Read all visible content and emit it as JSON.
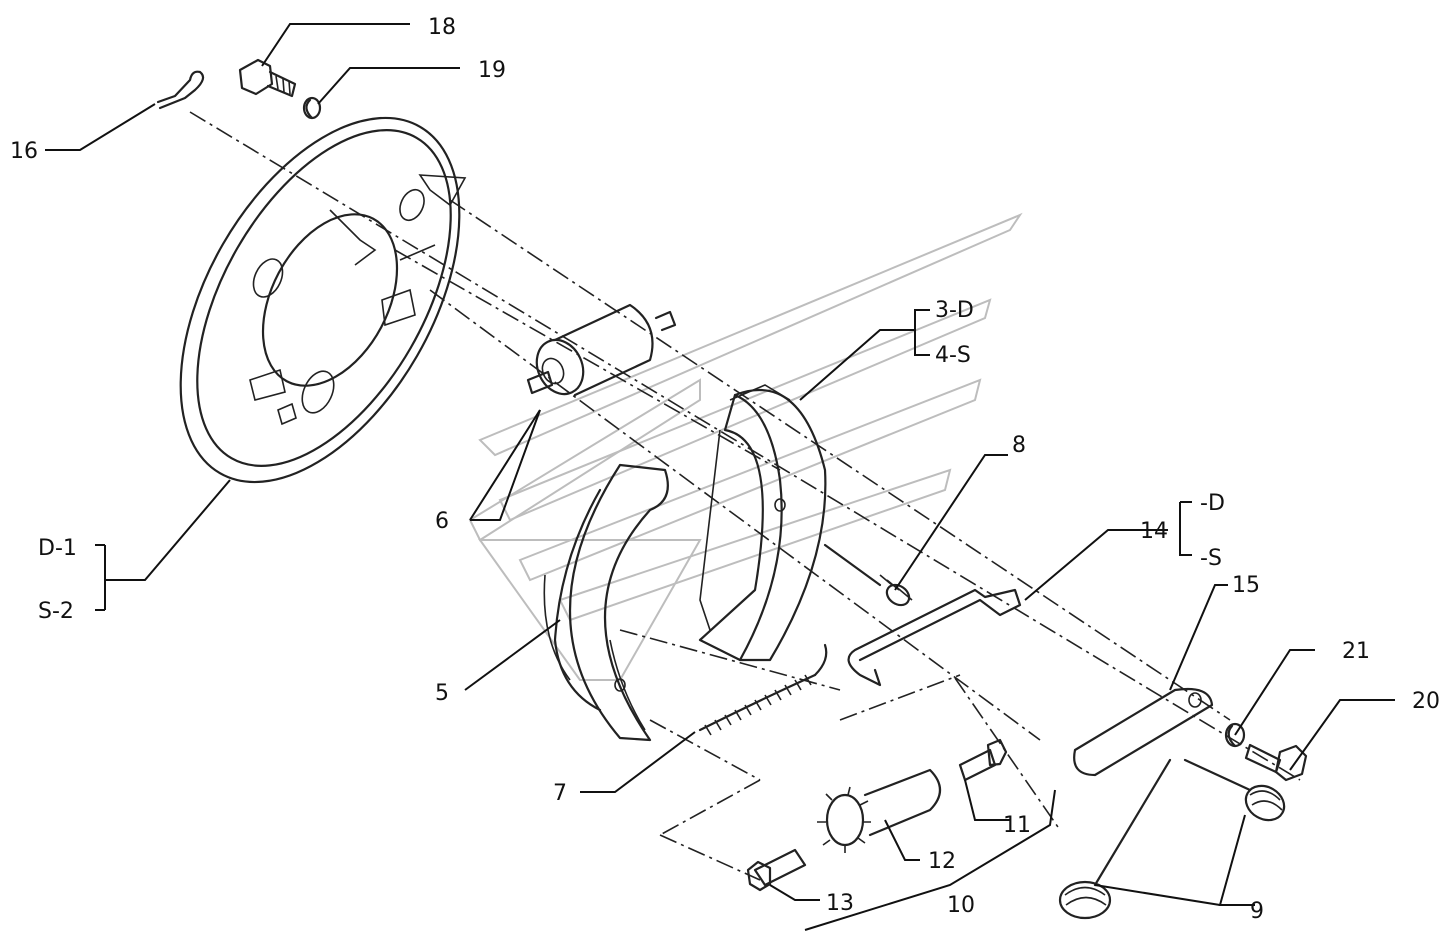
{
  "colors": {
    "ink": "#111111",
    "background": "#ffffff",
    "watermark": "#bdbdbd"
  },
  "labels": {
    "p18": "18",
    "p19": "19",
    "p16": "16",
    "p3d": "3-D",
    "p4s": "4-S",
    "p8": "8",
    "p6": "6",
    "p14": "14",
    "p14d": "-D",
    "p14s": "-S",
    "p15": "15",
    "pd1": "D-1",
    "ps2": "S-2",
    "p5": "5",
    "p21": "21",
    "p20": "20",
    "p7": "7",
    "p11": "11",
    "p12": "12",
    "p13": "13",
    "p10": "10",
    "p9": "9"
  }
}
